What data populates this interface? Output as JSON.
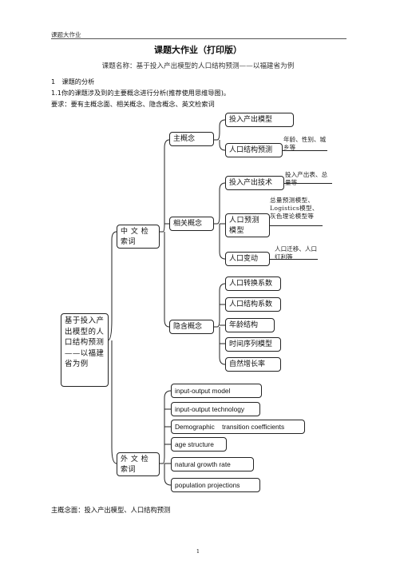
{
  "header": {
    "label": "课题大作业"
  },
  "title": "课题大作业（打印版）",
  "subject": "课题名称：基于投入产出模型的人口结构预测——以福建省为例",
  "section": {
    "heading": "1　课题的分析",
    "q1": "1.1你的课题涉及到的主要概念进行分析(推荐使用思维导图)。",
    "requirement": "要求：要有主概念面、相关概念、隐含概念、英文检索词"
  },
  "mindmap": {
    "root": "基于投入产出模型的人口结构预测——以福建省为例",
    "cn": {
      "label": "中 文 检索词",
      "main": {
        "label": "主概念",
        "items": [
          "投入产出模型",
          "人口结构预测"
        ],
        "note": "年龄、性别、城乡等"
      },
      "related": {
        "label": "相关概念",
        "items": [
          "投入产出技术",
          "人口预测模型",
          "人口变动"
        ],
        "notes": [
          "投入产出表、总量等",
          "总量预测模型、Logistics模型、灰色理论模型等",
          "人口迁移、人口红利等"
        ]
      },
      "hidden": {
        "label": "隐含概念",
        "items": [
          "人口转换系数",
          "人口结构系数",
          "年龄结构",
          "时间序列模型",
          "自然增长率"
        ]
      }
    },
    "en": {
      "label": "外 文 检索词",
      "terms": [
        "input-output model",
        "input-output technology",
        "Demographic    transition coefficients",
        "age structure",
        "natural growth rate",
        "population projections"
      ]
    }
  },
  "footer": "主概念面：投入产出模型、人口结构预测",
  "page_number": "1"
}
